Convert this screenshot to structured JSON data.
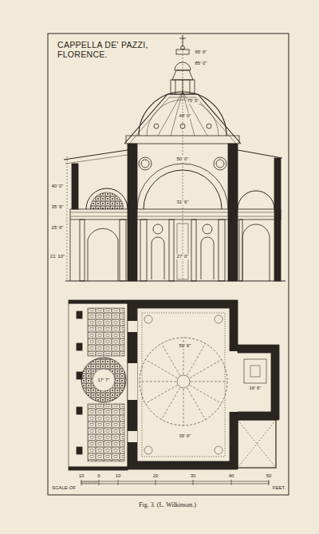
{
  "diagram": {
    "title": "CAPPELLA DE' PAZZI, FLORENCE.",
    "caption": "Fig. 3. (L. Wilkinson.)",
    "labels": [
      "95' 6\"",
      "85' 0\"",
      "75' 5\"",
      "48' 0\"",
      "50' 0\"",
      "31' 6\"",
      "27' 0\"",
      "40' 0\"",
      "35' 9\"",
      "25' 6\"",
      "21' 10\"",
      "59' 6\"",
      "35' 6\"",
      "17' 7\"",
      "16' 6\"",
      "10",
      "0",
      "10",
      "20",
      "30",
      "40",
      "50",
      "SCALE OF",
      "FEET."
    ]
  }
}
